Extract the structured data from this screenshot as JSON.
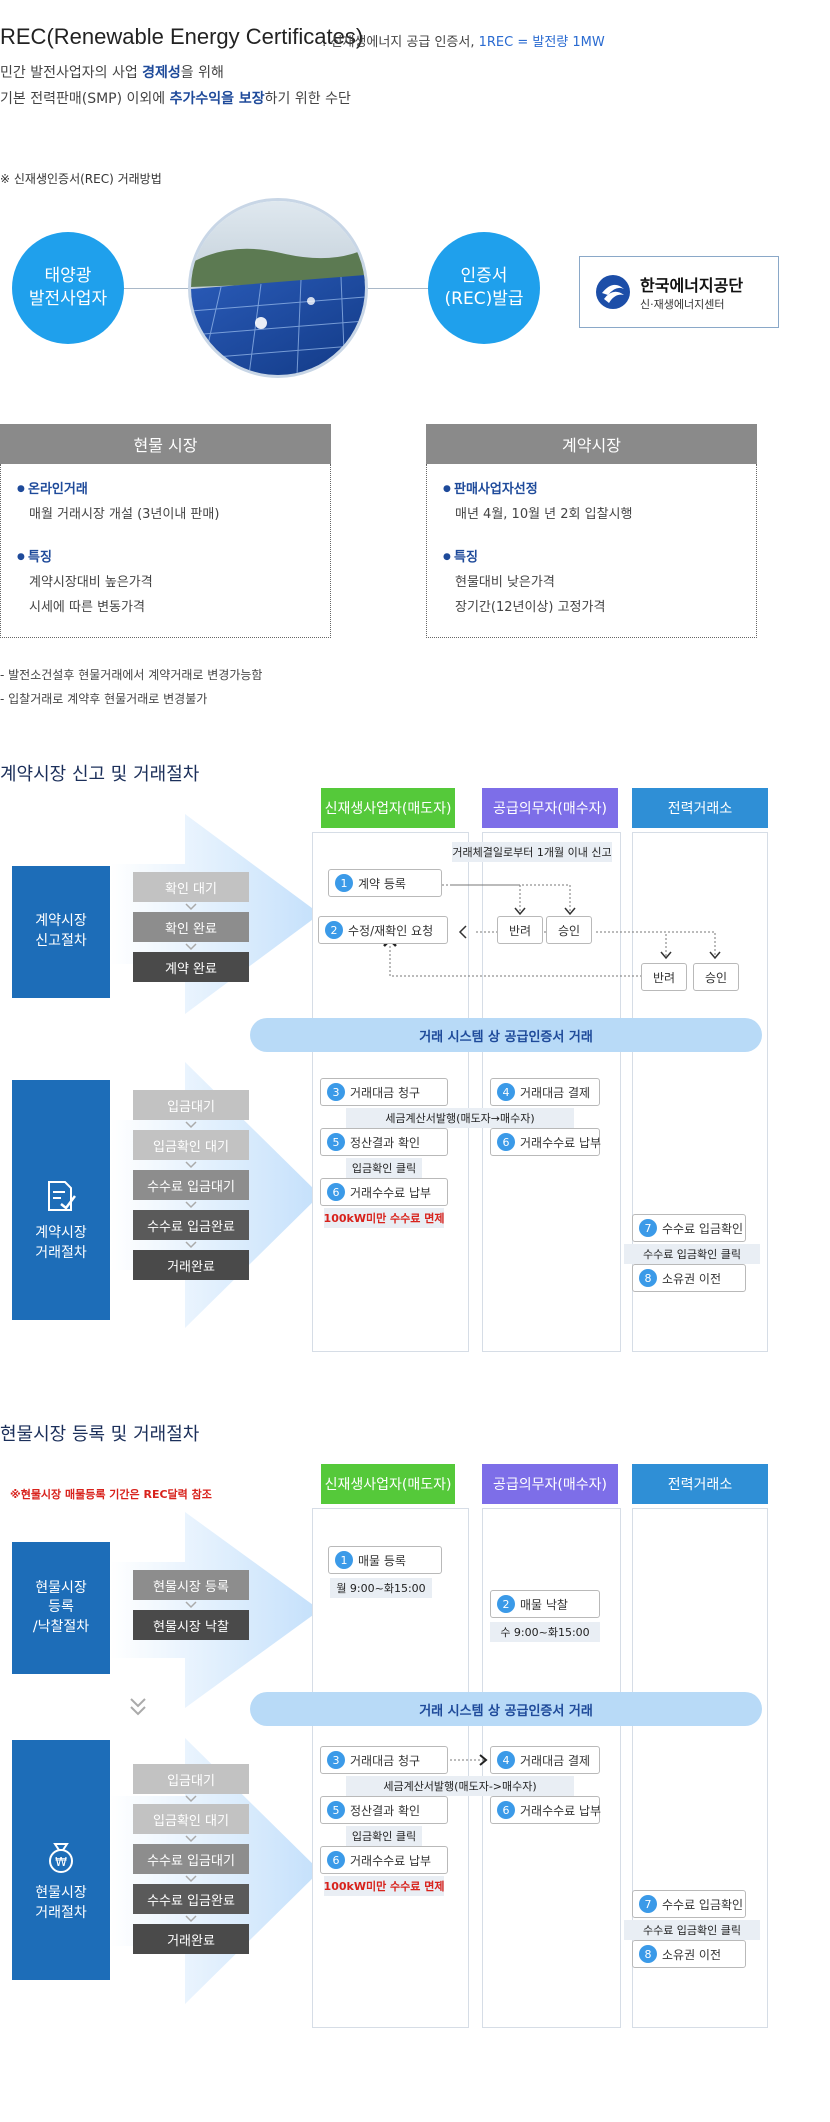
{
  "header": {
    "title": "REC(Renewable Energy Certificates)",
    "desc_prefix": ": 신재생에너지 공급 인증서, ",
    "desc_rec": "1REC = 발전량 1MW",
    "intro1_a": "민간 발전사업자의 사업 ",
    "intro1_b": "경제성",
    "intro1_c": "을 위해",
    "intro2_a": "기본 전력판매(SMP) 이외에  ",
    "intro2_b": "추가수익을 보장",
    "intro2_c": "하기 위한 수단"
  },
  "method": {
    "note": "※ 신재생인증서(REC) 거래방법",
    "left_circle": [
      "태양광",
      "발전사업자"
    ],
    "right_circle": [
      "인증서",
      "(REC)발급"
    ],
    "agency_name": "한국에너지공단",
    "agency_sub": "신·재생에너지센터"
  },
  "markets": {
    "spot": {
      "title": "현물 시장",
      "b1_title": "온라인거래",
      "b1_line": "매월 거래시장 개설 (3년이내 판매)",
      "b2_title": "특징",
      "b2_lines": [
        "계약시장대비 높은가격",
        "시세에 따른 변동가격"
      ]
    },
    "contract": {
      "title": "계약시장",
      "b1_title": "판매사업자선정",
      "b1_line": "매년 4월, 10월 년 2회 입찰시행",
      "b2_title": "특징",
      "b2_lines": [
        "현물대비 낮은가격",
        "장기간(12년이상) 고정가격"
      ]
    }
  },
  "notes": [
    "- 발전소건설후 현물거래에서 계약거래로 변경가능함",
    "- 입찰거래로 계약후 현물거래로 변경불가"
  ],
  "columns": {
    "seller": "신재생사업자(매도자)",
    "buyer": "공급의무자(매수자)",
    "exchange": "전력거래소"
  },
  "contract_section": {
    "title": "계약시장 신고 및 거래절차",
    "report_box": [
      "계약시장",
      "신고절차"
    ],
    "report_steps": [
      "확인 대기",
      "확인 완료",
      "계약 완료"
    ],
    "deadline_tag": "거래체결일로부터 1개월 이내 신고",
    "s1": "계약 등록",
    "s2": "수정/재확인 요청",
    "reject": "반려",
    "approve": "승인",
    "band": "거래 시스템 상 공급인증서 거래",
    "trade_box": [
      "계약시장",
      "거래절차"
    ],
    "trade_steps": [
      "입금대기",
      "입금확인 대기",
      "수수료 입금대기",
      "수수료 입금완료",
      "거래완료"
    ],
    "t3": "거래대금 청구",
    "t4": "거래대금 결제",
    "invoice_tag": "세금계산서발행(매도자→매수자)",
    "t5": "정산결과 확인",
    "deposit_tag": "입금확인 클릭",
    "t6_seller": "거래수수료 납부",
    "t6_buyer": "거래수수료 납부",
    "fee_note": "100kW미만 수수료 면제",
    "t7": "수수료 입금확인",
    "fee_tag": "수수료 입금확인 클릭",
    "t8": "소유권 이전",
    "n1": "1",
    "n2": "2",
    "n3": "3",
    "n4": "4",
    "n5": "5",
    "n6": "6",
    "n7": "7",
    "n8": "8"
  },
  "spot_section": {
    "title": "현물시장 등록 및 거래절차",
    "period_note": "※현물시장 매물등록 기간은 REC달력 참조",
    "reg_box": [
      "현물시장",
      "등록",
      "/낙찰절차"
    ],
    "reg_steps": [
      "현물시장 등록",
      "현물시장 낙찰"
    ],
    "s1": "매물 등록",
    "s1_time": "월 9:00~화15:00",
    "s2": "매물 낙찰",
    "s2_time": "수 9:00~화15:00",
    "band": "거래 시스템 상 공급인증서 거래",
    "trade_box": [
      "현물시장",
      "거래절차"
    ],
    "trade_steps": [
      "입금대기",
      "입금확인 대기",
      "수수료 입금대기",
      "수수료 입금완료",
      "거래완료"
    ],
    "t3": "거래대금 청구",
    "t4": "거래대금 결제",
    "invoice_tag": "세금계산서발행(매도자->매수자)",
    "t5": "정산결과 확인",
    "deposit_tag": "입금확인 클릭",
    "t6_seller": "거래수수료 납부",
    "t6_buyer": "거래수수료 납부",
    "fee_note": "100kW미만 수수료 면제",
    "t7": "수수료 입금확인",
    "fee_tag": "수수료 입금확인 클릭",
    "t8": "소유권 이전",
    "n1": "1",
    "n2": "2",
    "n3": "3",
    "n4": "4",
    "n5": "5",
    "n6": "6",
    "n7": "7",
    "n8": "8"
  },
  "colors": {
    "seller_head": "#55c93a",
    "buyer_head": "#7d6ee8",
    "exchange_head": "#2f8fd6",
    "accent_blue": "#1d6db8",
    "band": "#b8daf7"
  },
  "icons": [
    "document-check-icon",
    "money-bag-icon",
    "double-chevron-down-icon"
  ]
}
